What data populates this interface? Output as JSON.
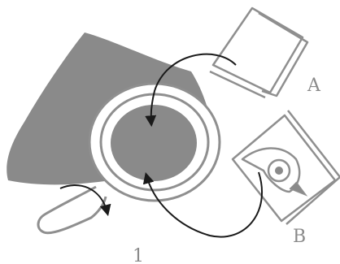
{
  "labels": {
    "a": "A",
    "b": "B",
    "step": "1"
  },
  "colors": {
    "background": "#ffffff",
    "shadow": "#8a8a8a",
    "outline": "#8f8f8f",
    "arrow": "#1a1a1a"
  },
  "icons": {
    "magnifier": "magnifying-glass-icon",
    "card_a": "blank-card-icon",
    "card_b": "eye-card-icon"
  }
}
